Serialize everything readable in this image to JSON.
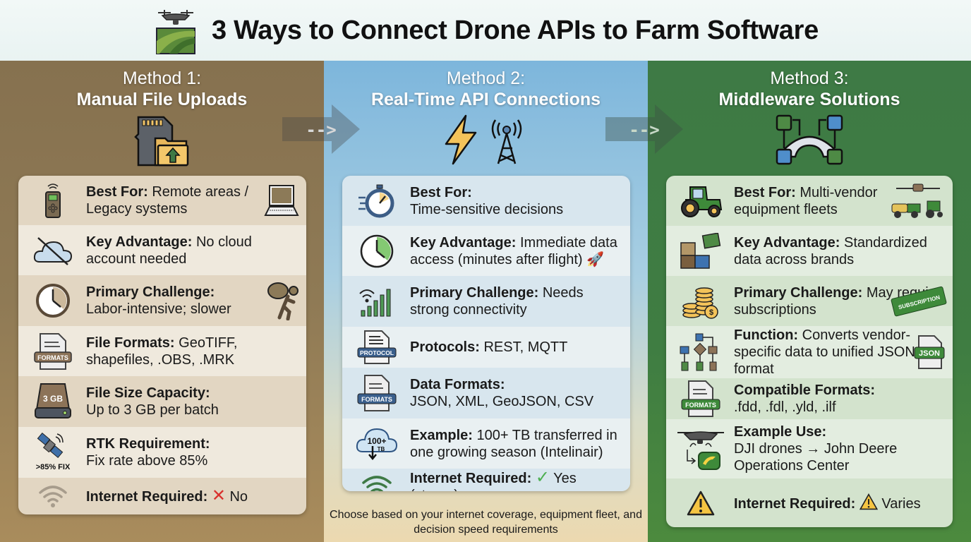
{
  "header": {
    "title": "3 Ways to Connect Drone APIs to Farm Software",
    "logo_icon": "drone-over-field-icon"
  },
  "colors": {
    "method1_bg": "#8f7a55",
    "method2_bg": "#7db6dc",
    "method3_bg": "#3f7d42",
    "no_red": "#d9302c",
    "yes_green": "#4caf50",
    "warning_yellow": "#f5c542"
  },
  "methods": [
    {
      "number_label": "Method 1:",
      "name": "Manual File Uploads",
      "hero_icon": "sd-card-folder-upload-icon",
      "rows": [
        {
          "label": "Best For:",
          "value": "Remote areas / Legacy systems",
          "icon": "remote-controller-icon",
          "extra_icon": "laptop-icon"
        },
        {
          "label": "Key Advantage:",
          "value": "No cloud account needed",
          "icon": "no-cloud-icon"
        },
        {
          "label": "Primary Challenge:",
          "value": "Labor-intensive; slower",
          "icon": "clock-icon",
          "extra_icon": "person-carrying-load-icon"
        },
        {
          "label": "File Formats:",
          "value": "GeoTIFF, shapefiles, .OBS, .MRK",
          "icon": "formats-document-icon",
          "icon_badge": "FORMATS"
        },
        {
          "label": "File Size Capacity:",
          "value": "Up to 3 GB per batch",
          "icon": "hard-drive-icon",
          "icon_badge": "3 GB"
        },
        {
          "label": "RTK Requirement:",
          "value": "Fix rate above 85%",
          "icon": "satellite-icon",
          "icon_badge": ">85% FIX"
        },
        {
          "label": "Internet Required:",
          "value": "No",
          "icon": "wifi-off-icon",
          "status_icon": "red-x-icon"
        }
      ]
    },
    {
      "number_label": "Method 2:",
      "name": "Real-Time API Connections",
      "hero_icon": "lightning-antenna-icon",
      "rows": [
        {
          "label": "Best For:",
          "value": "Time-sensitive decisions",
          "icon": "stopwatch-icon"
        },
        {
          "label": "Key Advantage:",
          "value": "Immediate data access (minutes after flight)",
          "icon": "clock-icon",
          "extra_icon": "rocket-icon"
        },
        {
          "label": "Primary Challenge:",
          "value": "Needs strong connectivity",
          "icon": "signal-bars-icon"
        },
        {
          "label": "Protocols:",
          "value": "REST, MQTT",
          "icon": "protocol-document-icon",
          "icon_badge": "PROTOCOL"
        },
        {
          "label": "Data Formats:",
          "value": "JSON, XML, GeoJSON, CSV",
          "icon": "formats-document-icon",
          "icon_badge": "FORMATS"
        },
        {
          "label": "Example:",
          "value": "100+ TB transferred in one growing season (Intelinair)",
          "icon": "cloud-download-icon",
          "icon_badge": "100+ TB"
        },
        {
          "label": "Internet Required:",
          "value": "Yes (strong)",
          "icon": "wifi-icon",
          "status_icon": "green-check-icon"
        }
      ],
      "footnote": "Choose based on your internet coverage, equipment fleet, and decision speed requirements"
    },
    {
      "number_label": "Method 3:",
      "name": "Middleware Solutions",
      "hero_icon": "middleware-bridge-icon",
      "rows": [
        {
          "label": "Best For:",
          "value": "Multi-vendor equipment fleets",
          "icon": "tractor-icon",
          "extra_icon": "farm-vehicles-icon"
        },
        {
          "label": "Key Advantage:",
          "value": "Standardized data across brands",
          "icon": "puzzle-icon"
        },
        {
          "label": "Primary Challenge:",
          "value": "May require subscriptions",
          "icon": "coins-icon",
          "extra_icon": "subscription-ticket-icon",
          "extra_badge": "SUBSCRIPTION"
        },
        {
          "label": "Function:",
          "value": "Converts vendor-specific data to unified JSON format",
          "icon": "flowchart-icon",
          "extra_icon": "json-file-icon",
          "extra_badge": "JSON"
        },
        {
          "label": "Compatible Formats:",
          "value": ".fdd, .fdl, .yld, .ilf",
          "icon": "formats-document-icon",
          "icon_badge": "FORMATS"
        },
        {
          "label": "Example Use:",
          "value": "DJI drones → John Deere Operations Center",
          "icon": "drone-to-john-deere-icon"
        },
        {
          "label": "Internet Required:",
          "value": "Varies",
          "icon": "warning-icon",
          "status_icon": "warning-icon"
        }
      ]
    }
  ],
  "connectors": [
    {
      "label": "-->",
      "icon": "arrow-right-icon"
    },
    {
      "label": "-->",
      "icon": "arrow-right-icon"
    }
  ]
}
